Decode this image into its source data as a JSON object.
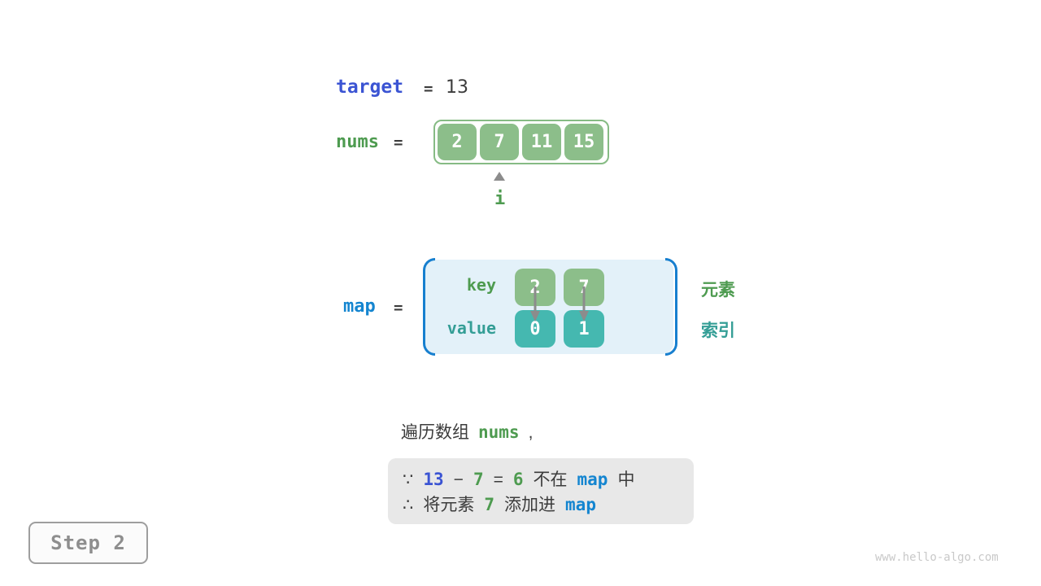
{
  "colors": {
    "royal_blue": "#3B54D3",
    "azure_blue": "#1485D0",
    "green_text": "#4E9B50",
    "green_cell": "#8CBE8A",
    "green_border": "#86BB84",
    "teal_text": "#349E96",
    "teal_cell": "#45B8B0",
    "map_fill": "#E3F1F9",
    "map_bracket": "#177FCF",
    "dark_text": "#3C3C3C",
    "note_fill": "#E8E8E8",
    "arrow_gray": "#8C8C8C"
  },
  "target_row": {
    "label": "target",
    "equals": "=",
    "value": "13"
  },
  "nums_row": {
    "label": "nums",
    "equals": "=",
    "cells": [
      "2",
      "7",
      "11",
      "15"
    ],
    "pointer_label": "i"
  },
  "map_row": {
    "label": "map",
    "equals": "=",
    "key_label": "key",
    "value_label": "value",
    "keys": [
      "2",
      "7"
    ],
    "values": [
      "0",
      "1"
    ],
    "element_label": "元素",
    "index_label": "索引"
  },
  "caption": {
    "prefix": "遍历数组",
    "code": "nums",
    "suffix": ","
  },
  "note_box": {
    "line1": {
      "because": "∵",
      "target": "13",
      "minus": "−",
      "num": "7",
      "equals": "=",
      "diff": "6",
      "not_in": "不在",
      "map": "map",
      "suffix": "中"
    },
    "line2": {
      "therefore": "∴",
      "prefix": "将元素",
      "num": "7",
      "mid": "添加进",
      "map": "map"
    }
  },
  "step_box": {
    "label": "Step 2"
  },
  "watermark": "www.hello-algo.com"
}
